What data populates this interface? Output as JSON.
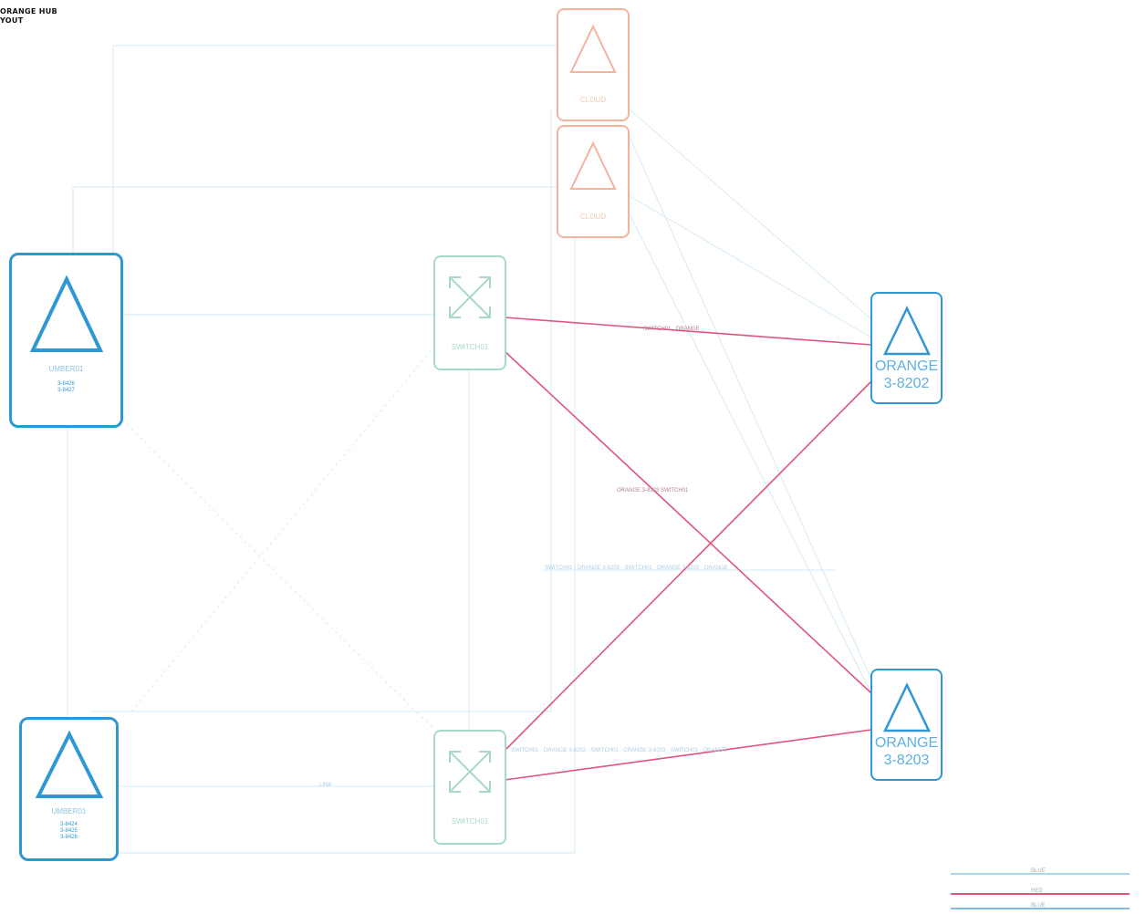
{
  "title": {
    "line1": "ORANGE HUB",
    "line2": "YOUT"
  },
  "nodes": {
    "orange_8202": {
      "line1": "ORANGE",
      "line2": "3-8202"
    },
    "orange_8203": {
      "line1": "ORANGE",
      "line2": "3-8203"
    },
    "left_top": {
      "name": "UMBER01",
      "ids": [
        "3-8426",
        "3-8427"
      ]
    },
    "left_bottom": {
      "name": "UMBER01",
      "ids": [
        "3-8424",
        "3-8425",
        "3-8426"
      ]
    },
    "switch_top": {
      "name": "SWITCH01"
    },
    "switch_bottom": {
      "name": "SWITCH01"
    },
    "cloud_top": {
      "name": "CLOUD"
    },
    "cloud_mid": {
      "name": "CLOUD"
    }
  },
  "edge_labels": {
    "top_link": "SWITCH01 · ORANGE",
    "cross_link": "ORANGE 3-8203 SWITCH01",
    "middle_link": "SWITCH01 · ORANGE 3-8203 · SWITCH01 · ORANGE 3-8202 · ORANGE",
    "bottom_link": "SWITCH01 · ORANGE 3-8202 · SWITCH01 · ORANGE 3-8203 · SWITCH01 · ORANGE",
    "left_link": "LINK"
  },
  "legend": [
    {
      "label": "BLUE",
      "color": "#a9d6ef"
    },
    {
      "label": "RED",
      "color": "#e0557a"
    },
    {
      "label": "BLUE",
      "color": "#7dbbe2"
    }
  ],
  "colors": {
    "blue": "#2f97d4",
    "red_link": "#e0557a",
    "faint_blue": "#cfe8f6",
    "orange": "#f3b39b",
    "teal": "#a8d8cc"
  }
}
